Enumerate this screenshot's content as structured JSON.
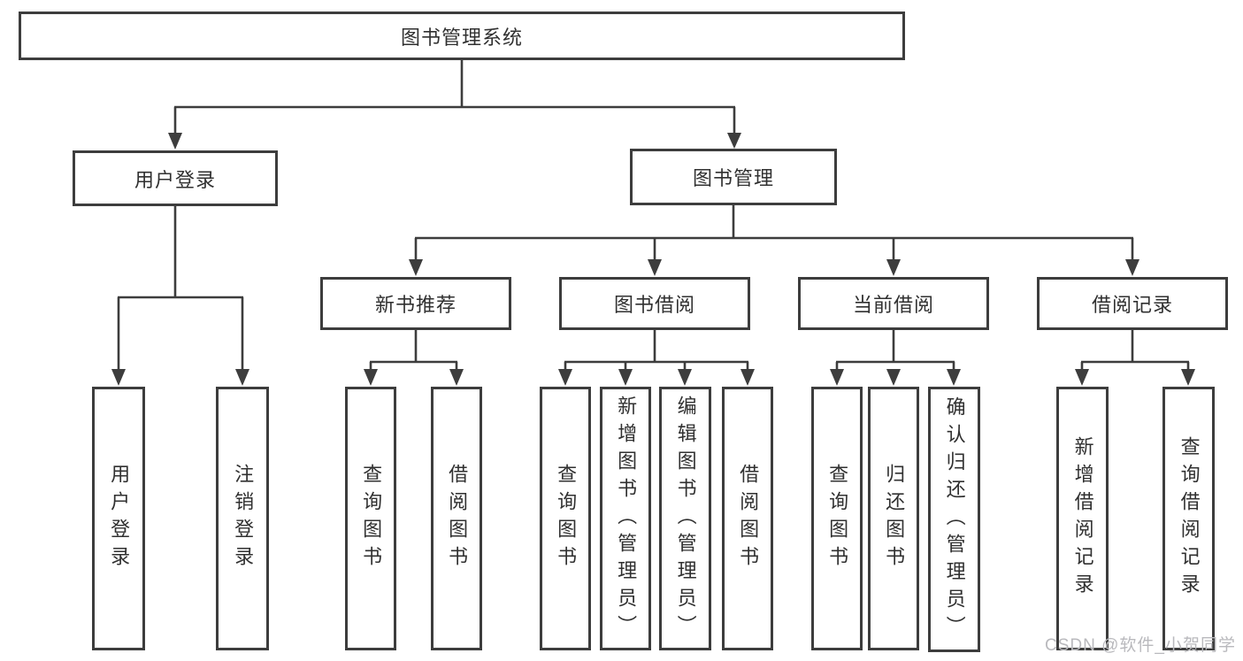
{
  "colors": {
    "line": "#3d3d3d",
    "text": "#303030",
    "background": "#ffffff",
    "watermark": "#b9b9bd"
  },
  "watermark": {
    "text": "CSDN @软件_小贺同学"
  },
  "tree": {
    "root": {
      "label": "图书管理系统",
      "children": [
        {
          "label": "用户登录",
          "children": [
            {
              "label": "用户登录"
            },
            {
              "label": "注销登录"
            }
          ]
        },
        {
          "label": "图书管理",
          "children": [
            {
              "label": "新书推荐",
              "children": [
                {
                  "label": "查询图书"
                },
                {
                  "label": "借阅图书"
                }
              ]
            },
            {
              "label": "图书借阅",
              "children": [
                {
                  "label": "查询图书"
                },
                {
                  "label": "新增图书（管理员）"
                },
                {
                  "label": "编辑图书（管理员）"
                },
                {
                  "label": "借阅图书"
                }
              ]
            },
            {
              "label": "当前借阅",
              "children": [
                {
                  "label": "查询图书"
                },
                {
                  "label": "归还图书"
                },
                {
                  "label": "确认归还（管理员）"
                }
              ]
            },
            {
              "label": "借阅记录",
              "children": [
                {
                  "label": "新增借阅记录"
                },
                {
                  "label": "查询借阅记录"
                }
              ]
            }
          ]
        }
      ]
    }
  }
}
